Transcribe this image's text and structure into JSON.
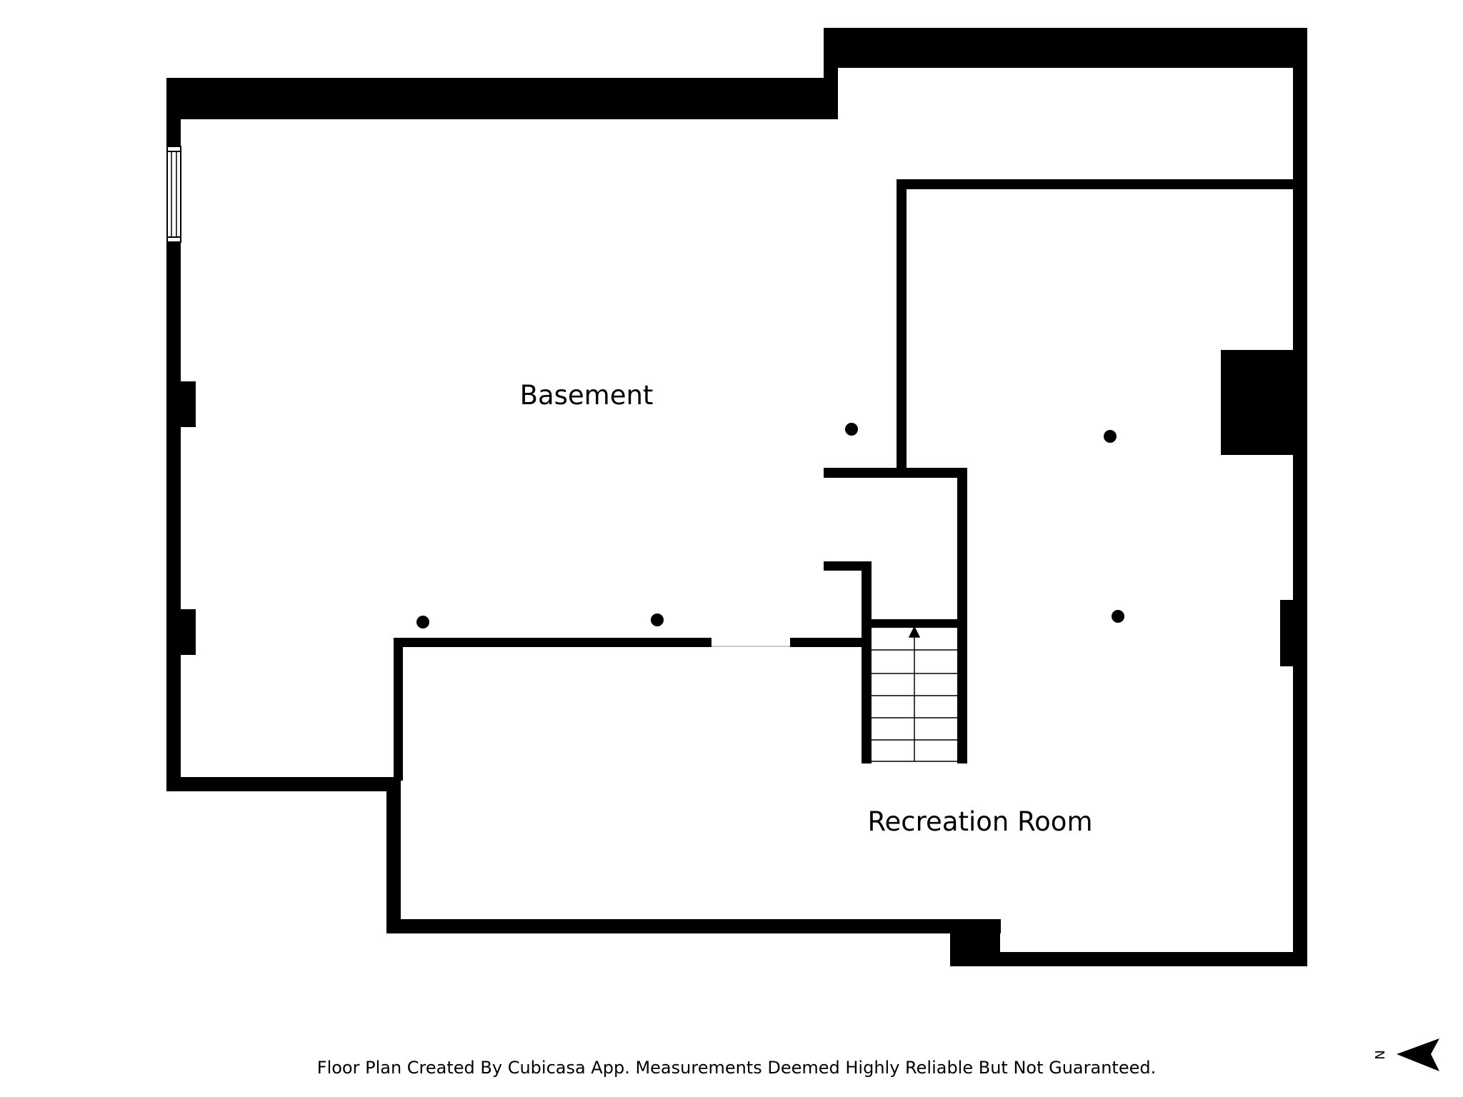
{
  "rooms": {
    "basement": "Basement",
    "recreation_room": "Recreation Room"
  },
  "footer": {
    "disclaimer": "Floor Plan Created By Cubicasa App. Measurements Deemed Highly Reliable But Not Guaranteed."
  },
  "compass": {
    "letter": "N",
    "icon": "north-arrow-icon"
  },
  "colors": {
    "wall": "#000000",
    "background": "#ffffff"
  }
}
